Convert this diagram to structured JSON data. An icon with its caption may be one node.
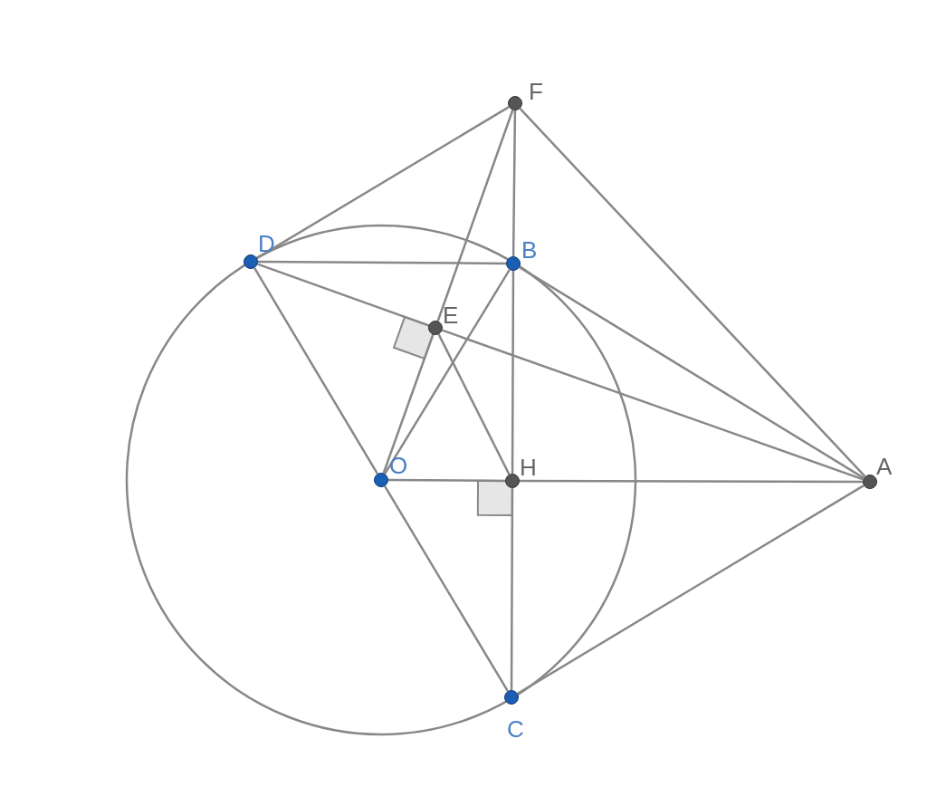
{
  "diagram": {
    "nodes": [
      {
        "text": [],
        "shape": "circle",
        "beside": [
          "F"
        ]
      },
      {
        "text": [],
        "shape": "circle",
        "beside": [
          "D"
        ]
      },
      {
        "text": [],
        "shape": "circle",
        "beside": [
          "B"
        ]
      },
      {
        "text": [],
        "shape": "circle",
        "beside": [
          "E"
        ]
      },
      {
        "text": [],
        "shape": "circle",
        "beside": [
          "O"
        ]
      },
      {
        "text": [],
        "shape": "circle",
        "beside": [
          "H"
        ]
      },
      {
        "text": [],
        "shape": "circle",
        "beside": [
          "A"
        ]
      },
      {
        "text": [],
        "shape": "circle",
        "beside": [
          "C"
        ]
      }
    ],
    "edges": [
      {
        "from": 0,
        "to": 1,
        "arrow": "none"
      },
      {
        "from": 0,
        "to": 2,
        "arrow": "none"
      },
      {
        "from": 0,
        "to": 3,
        "arrow": "none"
      },
      {
        "from": 0,
        "to": 6,
        "arrow": "none"
      },
      {
        "from": 1,
        "to": 2,
        "arrow": "none"
      },
      {
        "from": 1,
        "to": 3,
        "arrow": "none"
      },
      {
        "from": 1,
        "to": 4,
        "arrow": "none"
      },
      {
        "from": 2,
        "to": 5,
        "arrow": "none"
      },
      {
        "from": 2,
        "to": 4,
        "arrow": "none"
      },
      {
        "from": 2,
        "to": 6,
        "arrow": "none"
      },
      {
        "from": 3,
        "to": 4,
        "arrow": "none"
      },
      {
        "from": 3,
        "to": 6,
        "arrow": "none"
      },
      {
        "from": 3,
        "to": 5,
        "arrow": "none"
      },
      {
        "from": 4,
        "to": 5,
        "arrow": "none"
      },
      {
        "from": 4,
        "to": 7,
        "arrow": "none"
      },
      {
        "from": 5,
        "to": 6,
        "arrow": "none"
      },
      {
        "from": 5,
        "to": 7,
        "arrow": "none"
      },
      {
        "from": 7,
        "to": 6,
        "arrow": "none"
      }
    ]
  }
}
